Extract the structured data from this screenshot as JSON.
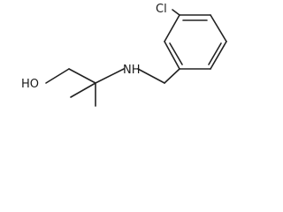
{
  "molecule": {
    "atoms": {
      "cl": "Cl",
      "nh": "NH",
      "oh": "HO"
    },
    "colors": {
      "bond": "#222222",
      "text": "#1a1a1a",
      "background": "#ffffff"
    }
  }
}
